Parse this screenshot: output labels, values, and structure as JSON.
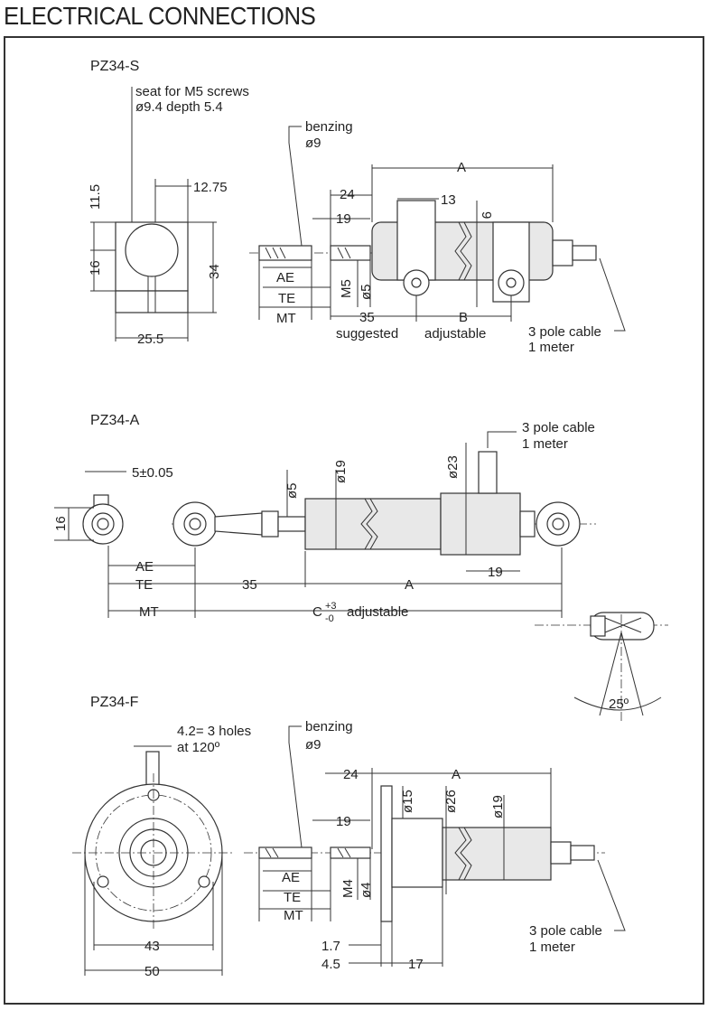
{
  "title": "ELECTRICAL CONNECTIONS",
  "s": {
    "name": "PZ34-S",
    "seat_line1": "seat for M5 screws",
    "seat_line2": "ø9.4 depth 5.4",
    "d_11_5": "11.5",
    "d_12_75": "12.75",
    "d_16": "16",
    "d_34": "34",
    "d_25_5": "25.5",
    "benzing": "benzing",
    "benzing_d": "ø9",
    "d_24": "24",
    "d_19": "19",
    "d_13": "13",
    "d_A": "A",
    "d_9": "9",
    "M5": "M5",
    "d_o5": "ø5",
    "AE": "AE",
    "TE": "TE",
    "MT": "MT",
    "d_35": "35",
    "B": "B",
    "suggested": "suggested",
    "adjustable": "adjustable",
    "cable1": "3 pole cable",
    "cable2": "1 meter"
  },
  "a": {
    "name": "PZ34-A",
    "cable1": "3 pole cable",
    "cable2": "1 meter",
    "tol": "5±0.05",
    "d_16": "16",
    "d_o5": "ø5",
    "d_o19": "ø19",
    "d_o23": "ø23",
    "d_19": "19",
    "AE": "AE",
    "TE": "TE",
    "d_35": "35",
    "A": "A",
    "MT": "MT",
    "C": "C",
    "tol_plus": "+3",
    "tol_minus": "-0",
    "adjustable": "adjustable",
    "angle": "25º"
  },
  "f": {
    "name": "PZ34-F",
    "holes1": "4.2= 3 holes",
    "holes2": "at 120º",
    "benzing": "benzing",
    "benzing_d": "ø9",
    "d_24": "24",
    "A": "A",
    "d_o15": "ø15",
    "d_o26": "ø26",
    "d_o19": "ø19",
    "d_19": "19",
    "M4": "M4",
    "d_o4": "ø4",
    "AE": "AE",
    "TE": "TE",
    "MT": "MT",
    "d_43": "43",
    "d_50": "50",
    "d_1_7": "1.7",
    "d_4_5": "4.5",
    "d_17": "17",
    "cable1": "3 pole cable",
    "cable2": "1 meter"
  }
}
